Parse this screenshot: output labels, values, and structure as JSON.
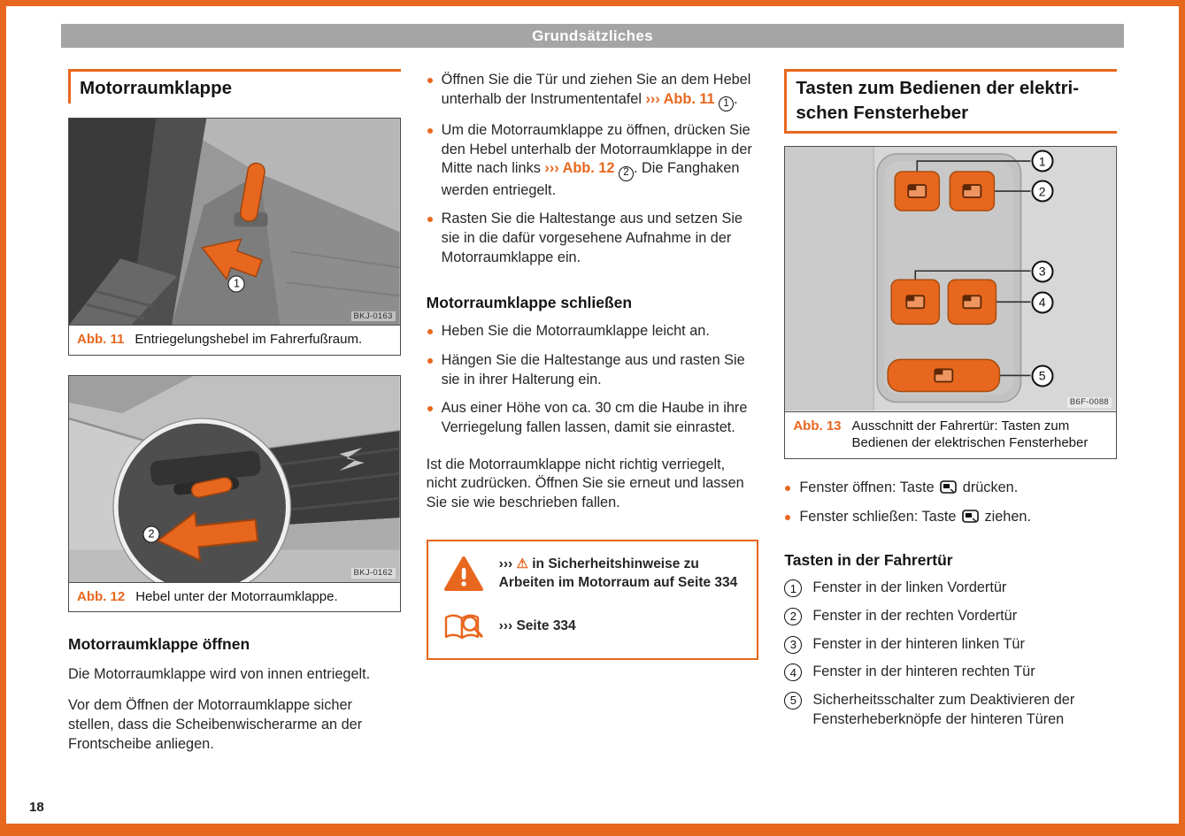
{
  "page": {
    "header": "Grundsätzliches",
    "number": "18"
  },
  "colors": {
    "accent": "#E8671E",
    "header_gray": "#A5A5A5"
  },
  "col1": {
    "heading": "Motorraumklappe",
    "fig11": {
      "label": "Abb. 11",
      "caption": "Entriegelungshebel im Fahrerfußraum.",
      "code": "BKJ-0163",
      "callout": "1"
    },
    "fig12": {
      "label": "Abb. 12",
      "caption": "Hebel unter der Motorraumklappe.",
      "code": "BKJ-0162",
      "callout": "2"
    },
    "subheading": "Motorraumklappe öffnen",
    "para1": "Die Motorraumklappe wird von innen entriegelt.",
    "para2": "Vor dem Öffnen der Motorraumklappe sicher stellen, dass die Scheibenwischerarme an der Frontscheibe anliegen."
  },
  "col2": {
    "open_bullets": [
      {
        "pre": "Öffnen Sie die Tür und ziehen Sie an dem Hebel unterhalb der Instrumententafel",
        "ref": "››› Abb. 11",
        "num": "1",
        "post": "."
      },
      {
        "pre": "Um die Motorraumklappe zu öffnen, drücken Sie den Hebel unterhalb der Motorraumklappe in der Mitte nach links",
        "ref": "››› Abb. 12",
        "num": "2",
        "post": ". Die Fanghaken werden entriegelt."
      },
      {
        "text": "Rasten Sie die Haltestange aus und setzen Sie sie in die dafür vorgesehene Aufnahme in der Motorraumklappe ein."
      }
    ],
    "close_heading": "Motorraumklappe schließen",
    "close_bullets": [
      "Heben Sie die Motorraumklappe leicht an.",
      "Hängen Sie die Haltestange aus und rasten Sie sie in ihrer Halterung ein.",
      "Aus einer Höhe von ca. 30 cm die Haube in ihre Verriegelung fallen lassen, damit sie einrastet."
    ],
    "paragraph": "Ist die Motorraumklappe nicht richtig verriegelt, nicht zudrücken. Öffnen Sie sie erneut und lassen Sie sie wie beschrieben fallen.",
    "warning_box": {
      "row1_prefix": "›››",
      "row1_icon": "⚠",
      "row1_text": "in Sicherheitshinweise zu Arbeiten im Motorraum auf Seite 334",
      "row2_text": "››› Seite 334"
    }
  },
  "col3": {
    "heading": "Tasten zum Bedienen der elektri­schen Fensterheber",
    "fig13": {
      "label": "Abb. 13",
      "caption": "Ausschnitt der Fahrertür: Tasten zum Bedienen der elektrischen Fensterheber",
      "code": "B6F-0088",
      "callouts": [
        "1",
        "2",
        "3",
        "4",
        "5"
      ]
    },
    "bullet_open": {
      "pre": "Fenster öffnen: Taste",
      "post": "drücken."
    },
    "bullet_close": {
      "pre": "Fenster schließen: Taste",
      "post": "ziehen."
    },
    "subheading": "Tasten in der Fahrertür",
    "items": [
      {
        "num": "1",
        "text": "Fenster in der linken Vordertür"
      },
      {
        "num": "2",
        "text": "Fenster in der rechten Vordertür"
      },
      {
        "num": "3",
        "text": "Fenster in der hinteren linken Tür"
      },
      {
        "num": "4",
        "text": "Fenster in der hinteren rechten Tür"
      },
      {
        "num": "5",
        "text": "Sicherheitsschalter zum Deaktivieren der Fensterheberknöpfe der hinteren Türen"
      }
    ]
  }
}
